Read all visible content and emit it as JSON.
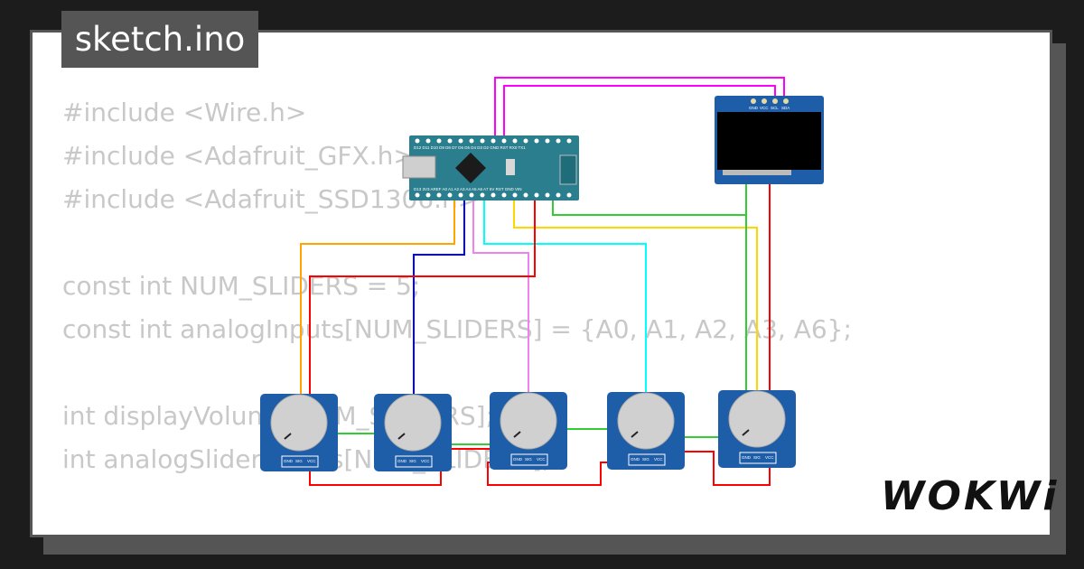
{
  "header": {
    "filename": "sketch.ino"
  },
  "code_lines": [
    "#include <Wire.h>",
    "#include <Adafruit_GFX.h>",
    "#include <Adafruit_SSD1306.h>",
    "",
    "const int NUM_SLIDERS = 5;",
    "const int analogInputs[NUM_SLIDERS] = {A0, A1, A2, A3, A6};",
    "",
    "int displayVolume[NUM_SLIDERS];",
    "int analogSliderValues[NUM_SLIDERS];",
    ""
  ],
  "board": {
    "top_pins": "D12 D11 D10 D9 D8 D7 D6 D5 D4 D3 D2 GND RST RX0 TX1",
    "bottom_pins": "D13 3V3 AREF A0 A1 A2 A3 A4 A5 A6 A7 5V RST GND VIN"
  },
  "oled": {
    "pins": [
      "GND",
      "VCC",
      "SCL",
      "SDA"
    ]
  },
  "pot_pin_labels": [
    "GND",
    "SIG",
    "VCC"
  ],
  "logo": {
    "text": "WOKWi"
  },
  "wire_colors": {
    "orange": "#ffa500",
    "blue": "#0000ff",
    "violet": "#ee82ee",
    "cyan": "#00ffff",
    "yellow": "#ffd700",
    "green": "#32cd32",
    "red": "#ff0000",
    "magenta": "#ff00ff"
  }
}
